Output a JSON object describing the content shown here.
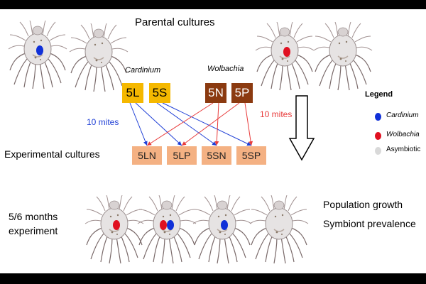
{
  "title": "Parental cultures",
  "group_labels": {
    "cardinium": "Cardinium",
    "wolbachia": "Wolbachia"
  },
  "parental_boxes": [
    {
      "label": "5L",
      "color": "#f5b800",
      "text_color": "#000000",
      "symbiont": "Cardinium"
    },
    {
      "label": "5S",
      "color": "#f5b800",
      "text_color": "#000000",
      "symbiont": "Cardinium"
    },
    {
      "label": "5N",
      "color": "#8b3a10",
      "text_color": "#ffffff",
      "symbiont": "Wolbachia"
    },
    {
      "label": "5P",
      "color": "#8b3a10",
      "text_color": "#ffffff",
      "symbiont": "Wolbachia"
    }
  ],
  "experimental_label": "Experimental cultures",
  "experimental_boxes": [
    {
      "label": "5LN",
      "color": "#f4b183"
    },
    {
      "label": "5LP",
      "color": "#f4b183"
    },
    {
      "label": "5SN",
      "color": "#f4b183"
    },
    {
      "label": "5SP",
      "color": "#f4b183"
    }
  ],
  "transfer_labels": {
    "cardinium": "10 mites",
    "wolbachia": "10 mites"
  },
  "transfer_colors": {
    "cardinium": "#1f3fd6",
    "wolbachia": "#e83b3b"
  },
  "duration_label": [
    "5/6 months",
    "experiment"
  ],
  "outcomes": [
    "Population growth",
    "Symbiont prevalence"
  ],
  "legend": {
    "title": "Legend",
    "items": [
      {
        "label": "Cardinium",
        "color": "#1030d8"
      },
      {
        "label": "Wolbachia",
        "color": "#e01020"
      },
      {
        "label": "Asymbiotic",
        "color": "#d9d9d9"
      }
    ]
  },
  "mites_top": [
    {
      "symbionts": [
        "Cardinium"
      ]
    },
    {
      "symbionts": []
    },
    {
      "symbionts": [
        "Wolbachia"
      ]
    },
    {
      "symbionts": []
    }
  ],
  "mites_bottom": [
    {
      "symbionts": [
        "Wolbachia"
      ]
    },
    {
      "symbionts": [
        "Wolbachia",
        "Cardinium"
      ]
    },
    {
      "symbionts": [
        "Cardinium"
      ]
    },
    {
      "symbionts": []
    }
  ],
  "icons": {
    "mite": "mite-icon",
    "process_arrow": "down-arrow-icon"
  }
}
